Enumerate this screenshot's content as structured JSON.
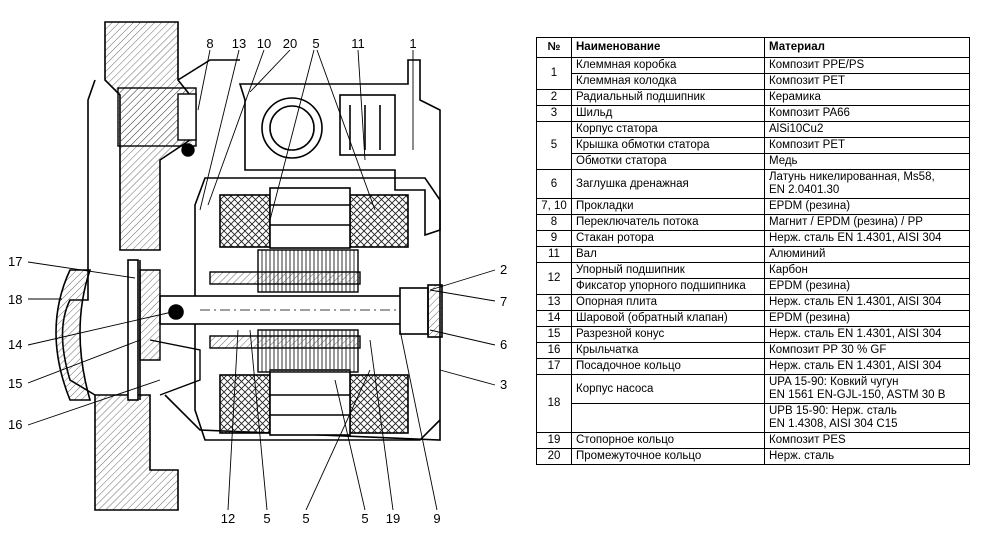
{
  "diagram": {
    "callouts": {
      "top": [
        "8",
        "13",
        "10",
        "20",
        "5",
        "11",
        "1"
      ],
      "left": [
        "17",
        "18",
        "14",
        "15",
        "16"
      ],
      "right": [
        "2",
        "7",
        "6",
        "3"
      ],
      "bottom": [
        "12",
        "5",
        "5",
        "5",
        "19",
        "9"
      ]
    }
  },
  "table": {
    "headers": {
      "num": "№",
      "name": "Наименование",
      "material": "Материал"
    },
    "groups": [
      {
        "num": "1",
        "rows": [
          {
            "name": "Клеммная коробка",
            "material": [
              "Композит PPE/PS"
            ]
          },
          {
            "name": "Клеммная колодка",
            "material": [
              "Композит PET"
            ]
          }
        ]
      },
      {
        "num": "2",
        "rows": [
          {
            "name": "Радиальный подшипник",
            "material": [
              "Керамика"
            ]
          }
        ]
      },
      {
        "num": "3",
        "rows": [
          {
            "name": "Шильд",
            "material": [
              "Композит PA66"
            ]
          }
        ]
      },
      {
        "num": "5",
        "rows": [
          {
            "name": "Корпус статора",
            "material": [
              "AlSi10Cu2"
            ]
          },
          {
            "name": "Крышка обмотки статора",
            "material": [
              "Композит PET"
            ]
          },
          {
            "name": "Обмотки статора",
            "material": [
              "Медь"
            ]
          }
        ]
      },
      {
        "num": "6",
        "rows": [
          {
            "name": "Заглушка дренажная",
            "material": [
              "Латунь никелированная, Ms58,",
              "EN 2.0401.30"
            ]
          }
        ]
      },
      {
        "num": "7, 10",
        "rows": [
          {
            "name": "Прокладки",
            "material": [
              "EPDM (резина)"
            ]
          }
        ]
      },
      {
        "num": "8",
        "rows": [
          {
            "name": "Переключатель потока",
            "material": [
              "Магнит / EPDM (резина) / PP"
            ]
          }
        ]
      },
      {
        "num": "9",
        "rows": [
          {
            "name": "Стакан ротора",
            "material": [
              "Нерж. сталь EN 1.4301, AISI 304"
            ]
          }
        ]
      },
      {
        "num": "11",
        "rows": [
          {
            "name": "Вал",
            "material": [
              "Алюминий"
            ]
          }
        ]
      },
      {
        "num": "12",
        "rows": [
          {
            "name": "Упорный подшипник",
            "material": [
              "Карбон"
            ]
          },
          {
            "name": "Фиксатор упорного подшипника",
            "material": [
              "EPDM (резина)"
            ]
          }
        ]
      },
      {
        "num": "13",
        "rows": [
          {
            "name": "Опорная плита",
            "material": [
              "Нерж. сталь EN 1.4301, AISI 304"
            ]
          }
        ]
      },
      {
        "num": "14",
        "rows": [
          {
            "name": "Шаровой (обратный клапан)",
            "material": [
              "EPDM (резина)"
            ]
          }
        ]
      },
      {
        "num": "15",
        "rows": [
          {
            "name": "Разрезной конус",
            "material": [
              "Нерж. сталь EN 1.4301, AISI 304"
            ]
          }
        ]
      },
      {
        "num": "16",
        "rows": [
          {
            "name": "Крыльчатка",
            "material": [
              "Композит PP 30 % GF"
            ]
          }
        ]
      },
      {
        "num": "17",
        "rows": [
          {
            "name": "Посадочное кольцо",
            "material": [
              "Нерж. сталь EN 1.4301, AISI 304"
            ]
          }
        ]
      },
      {
        "num": "18",
        "rows": [
          {
            "name": "Корпус насоса",
            "material": [
              "UPA 15-90: Ковкий чугун",
              "EN 1561 EN-GJL-150, ASTM 30 B"
            ]
          },
          {
            "name": "",
            "material": [
              "UPB 15-90: Нерж. сталь",
              "EN 1.4308, AISI 304 C15"
            ]
          }
        ]
      },
      {
        "num": "19",
        "rows": [
          {
            "name": "Стопорное кольцо",
            "material": [
              "Композит PES"
            ]
          }
        ]
      },
      {
        "num": "20",
        "rows": [
          {
            "name": "Промежуточное кольцо",
            "material": [
              "Нерж. сталь"
            ]
          }
        ]
      }
    ]
  }
}
